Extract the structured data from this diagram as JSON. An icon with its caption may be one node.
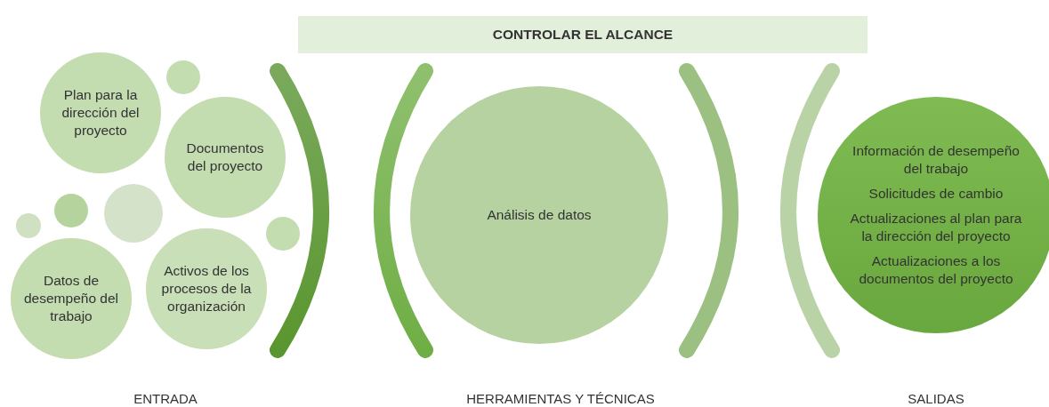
{
  "diagram": {
    "nodes": [
      {
        "text": [
          "CONTROLAR EL ALCANCE"
        ]
      },
      {
        "text": [
          "Plan para la dirección del proyecto"
        ]
      },
      {
        "text": [],
        "shape": "circle"
      },
      {
        "text": [
          "Documentos del proyecto"
        ]
      },
      {
        "text": [],
        "shape": "circle"
      },
      {
        "text": [],
        "shape": "circle"
      },
      {
        "text": [],
        "shape": "circle"
      },
      {
        "text": [],
        "shape": "circle"
      },
      {
        "text": [
          "Datos de desempeño del trabajo"
        ]
      },
      {
        "text": [
          "Activos de los procesos de la organización"
        ]
      },
      {
        "text": [
          "Análisis de datos"
        ]
      },
      {
        "text": [
          "Información de desempeño del trabajo",
          "Solicitudes de cambio",
          "Actualizaciones al plan para la dirección del proyecto",
          "Actualizaciones a los documentos del proyecto"
        ]
      }
    ],
    "labels": [
      "ENTRADA",
      "HERRAMIENTAS Y TÉCNICAS",
      "SALIDAS"
    ]
  }
}
